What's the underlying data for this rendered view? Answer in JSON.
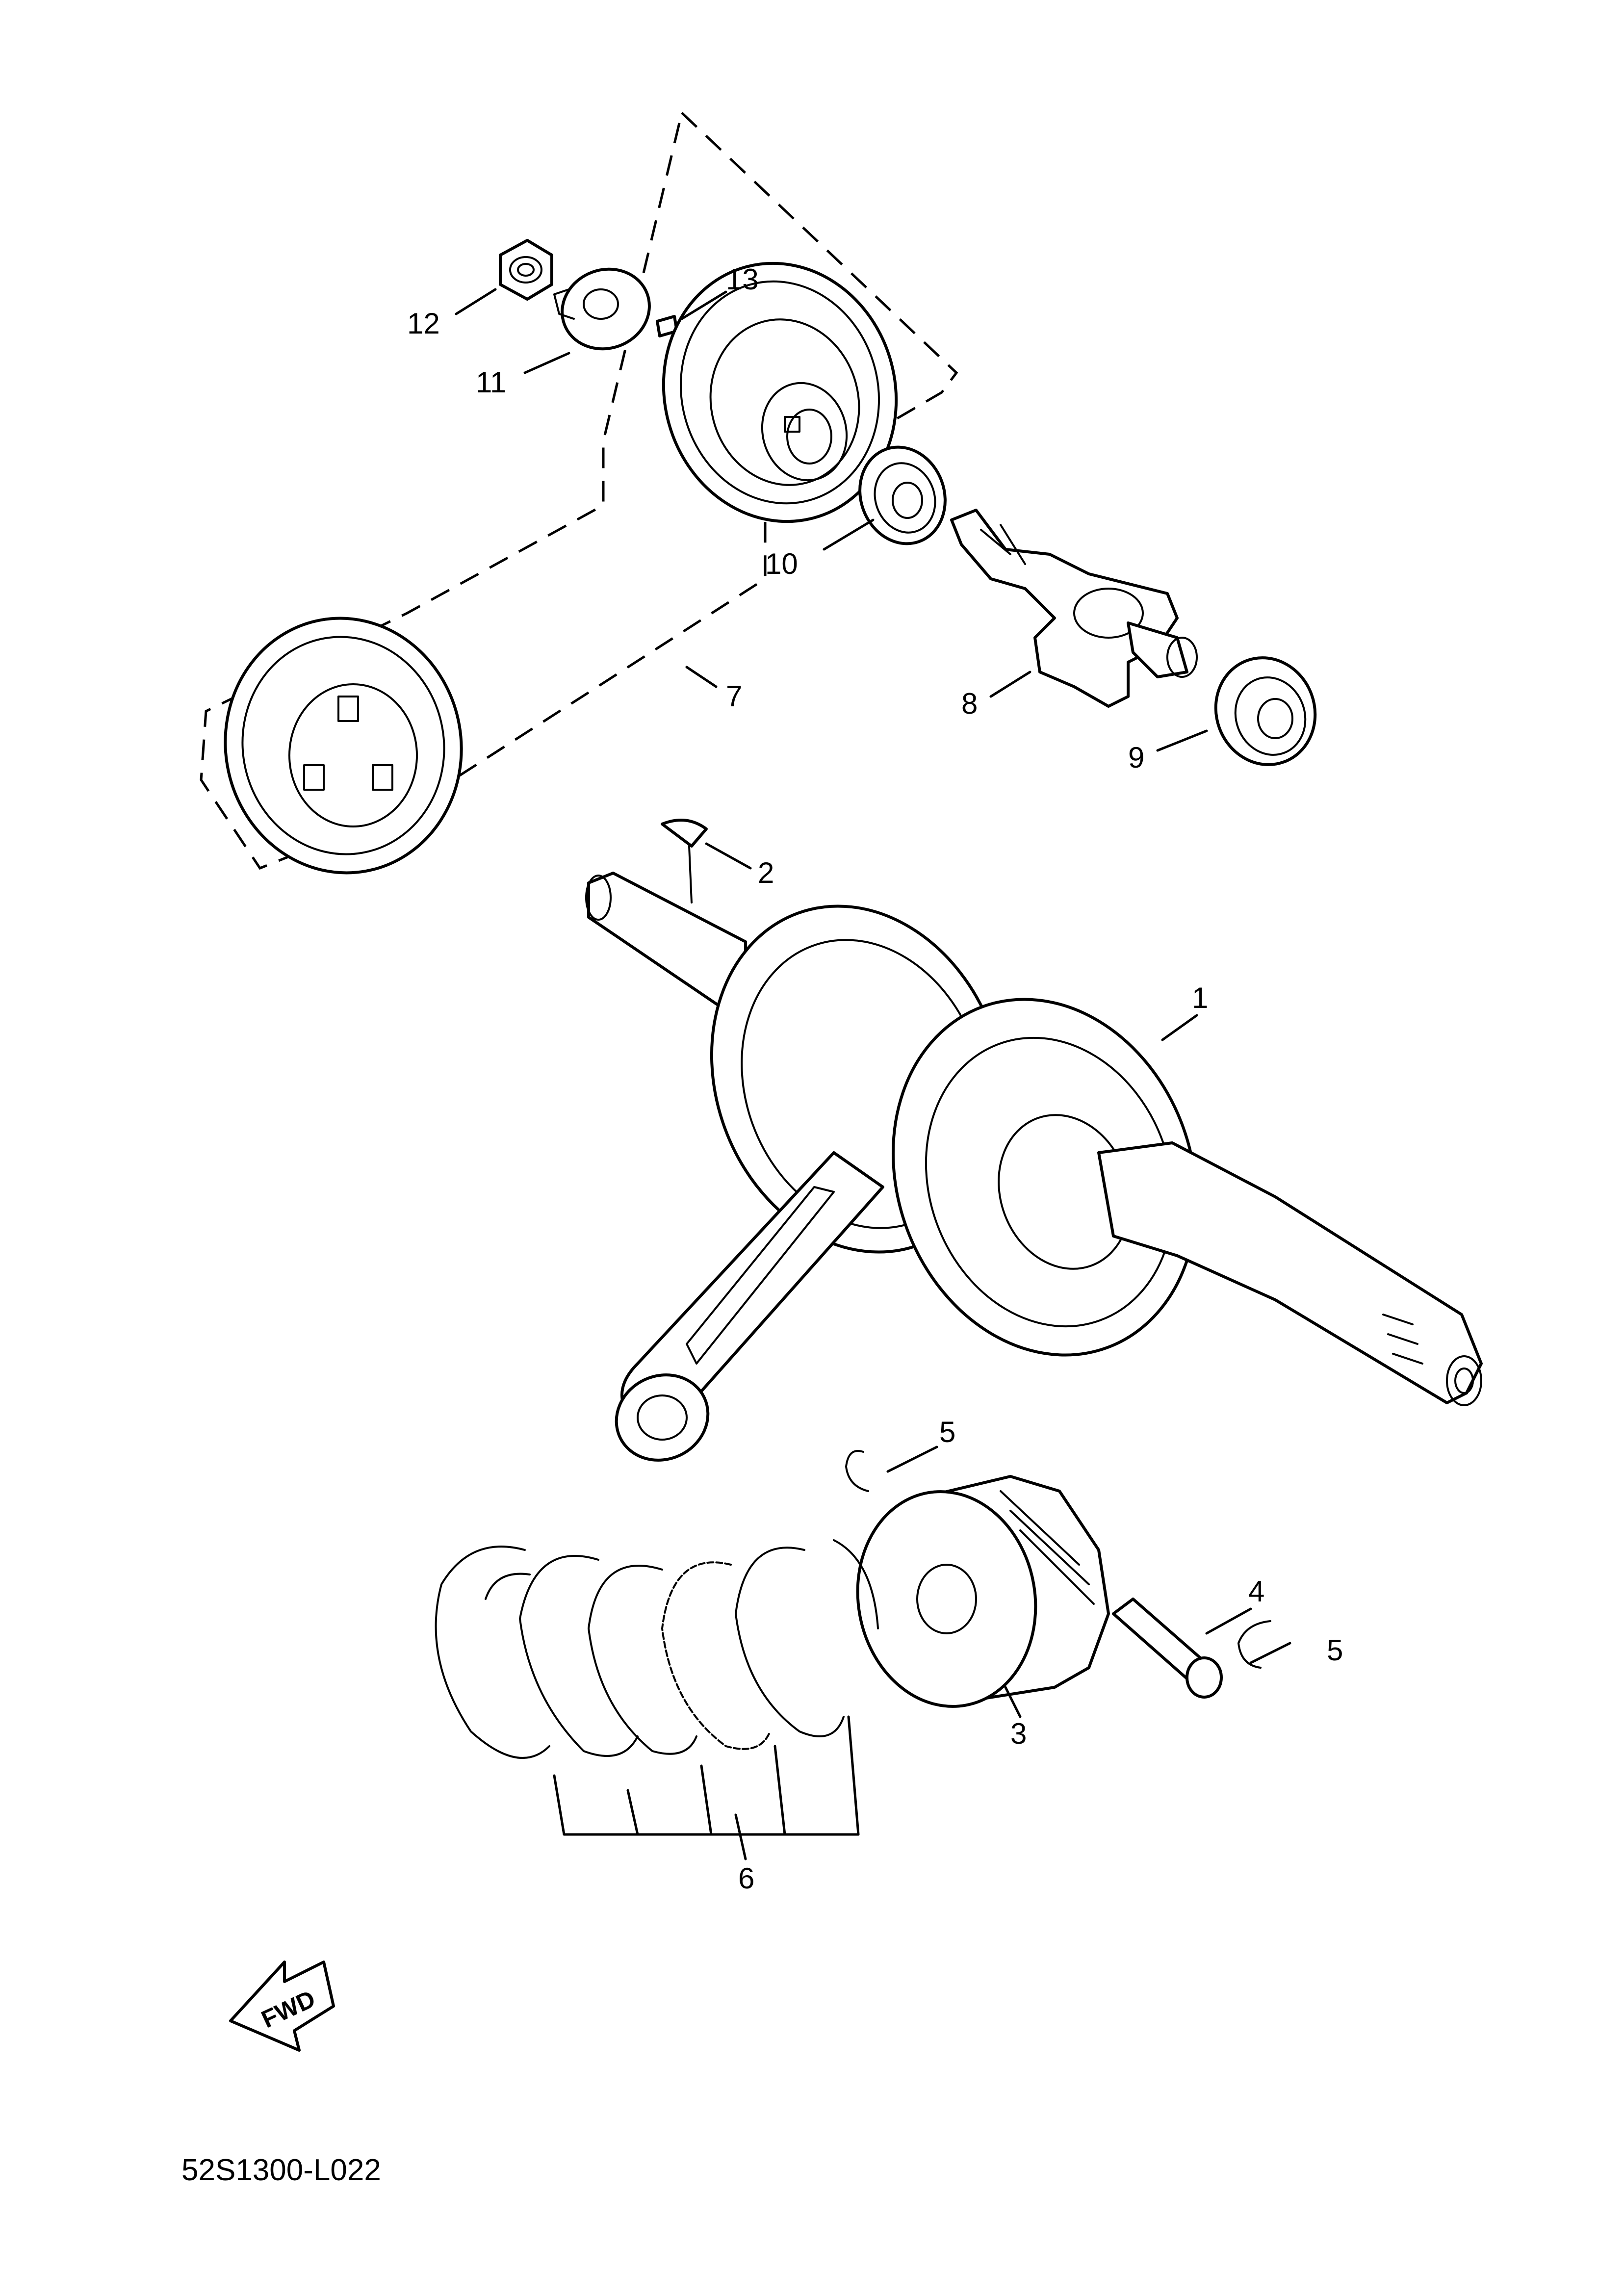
{
  "diagram": {
    "code": "52S1300-L022",
    "fwd_label": "FWD",
    "callouts": [
      {
        "number": "1"
      },
      {
        "number": "2"
      },
      {
        "number": "3"
      },
      {
        "number": "4"
      },
      {
        "number": "5"
      },
      {
        "number": "5"
      },
      {
        "number": "6"
      },
      {
        "number": "7"
      },
      {
        "number": "8"
      },
      {
        "number": "9"
      },
      {
        "number": "10"
      },
      {
        "number": "11"
      },
      {
        "number": "12"
      },
      {
        "number": "13"
      }
    ],
    "colors": {
      "line": "#000000",
      "background": "#ffffff"
    }
  }
}
